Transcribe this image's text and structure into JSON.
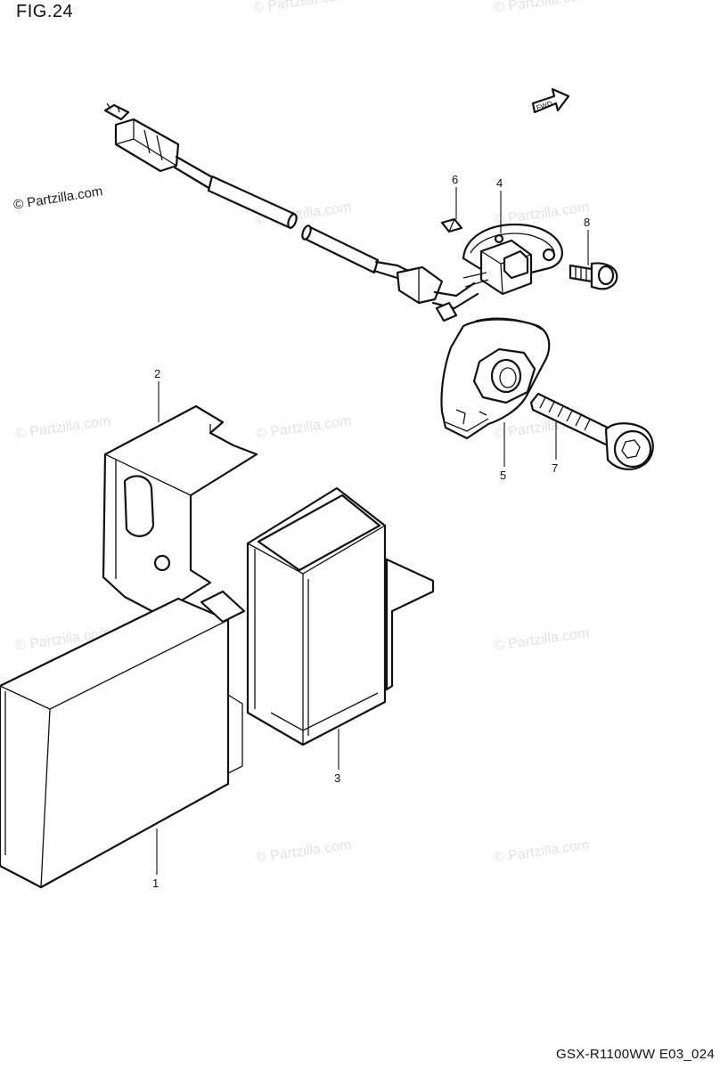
{
  "figure": {
    "title": "FIG.24",
    "drawing_code": "GSX-R1100WW  E03_024",
    "copyright": "© Partzilla.com",
    "direction_label": "FWD",
    "watermark_text": "© Partzilla.com"
  },
  "callouts": [
    {
      "id": "1",
      "label": "1"
    },
    {
      "id": "2",
      "label": "2"
    },
    {
      "id": "3",
      "label": "3"
    },
    {
      "id": "4",
      "label": "4"
    },
    {
      "id": "5",
      "label": "5"
    },
    {
      "id": "6",
      "label": "6"
    },
    {
      "id": "7",
      "label": "7"
    },
    {
      "id": "8",
      "label": "8"
    }
  ],
  "colors": {
    "line": "#111111",
    "background": "#ffffff",
    "watermark": "#e2e2e2"
  }
}
